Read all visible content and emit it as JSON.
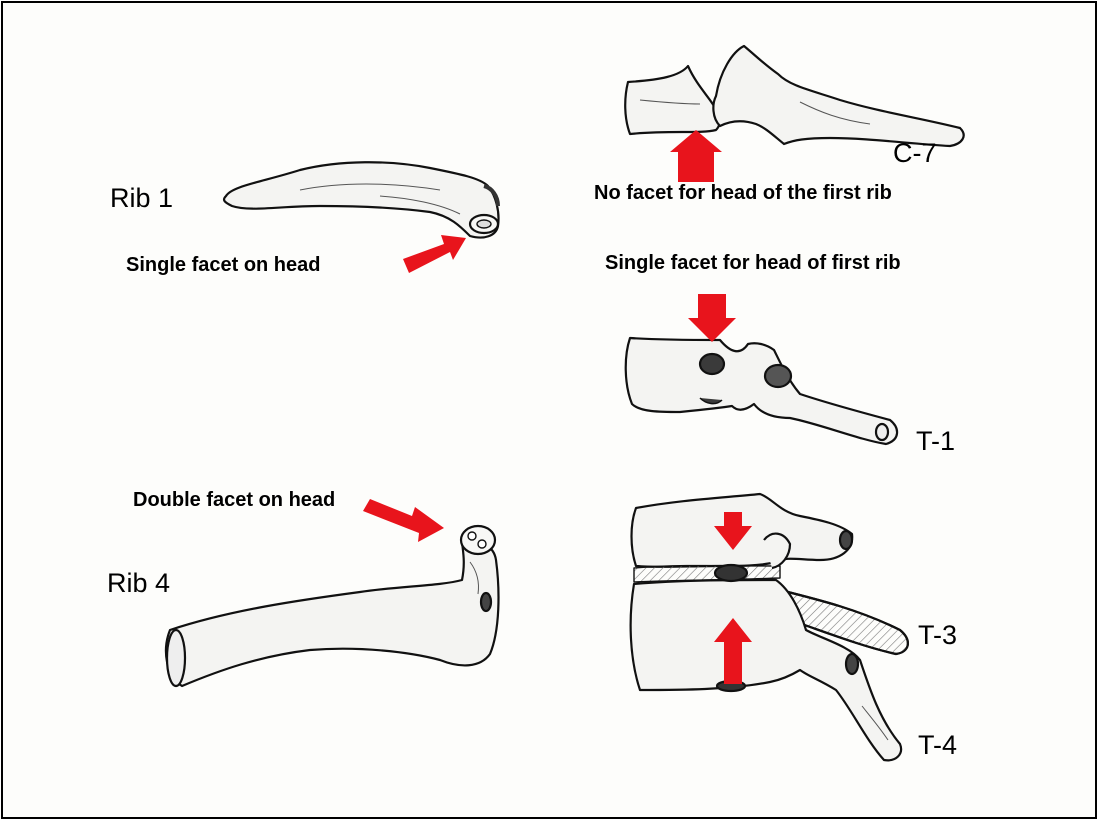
{
  "labels": {
    "rib1": "Rib 1",
    "rib1_caption": "Single facet on head",
    "c7": "C-7",
    "c7_caption": "No facet for head of the first rib",
    "t1_caption": "Single facet for head of first rib",
    "t1": "T-1",
    "rib4_caption": "Double facet on head",
    "rib4": "Rib 4",
    "t3": "T-3",
    "t4": "T-4"
  },
  "colors": {
    "arrow": "#e8141c",
    "bone": "#f4f4f2",
    "outline": "#111111",
    "facet": "#3a3a3a"
  }
}
